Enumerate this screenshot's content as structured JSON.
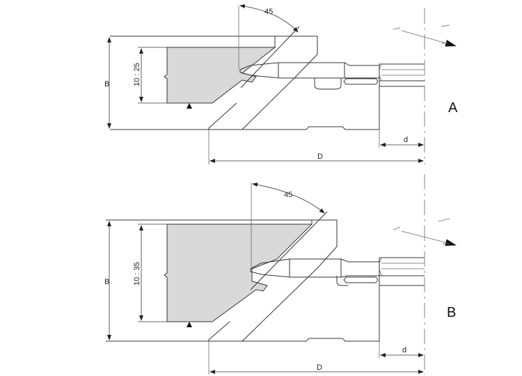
{
  "diagrams": [
    {
      "label": "A",
      "angle_label": "45",
      "height_label": "B",
      "range_label": "10 : 25",
      "diameter_label": "D",
      "bore_label": "d"
    },
    {
      "label": "B",
      "angle_label": "45",
      "height_label": "B",
      "range_label": "10 : 35",
      "diameter_label": "D",
      "bore_label": "d"
    }
  ]
}
